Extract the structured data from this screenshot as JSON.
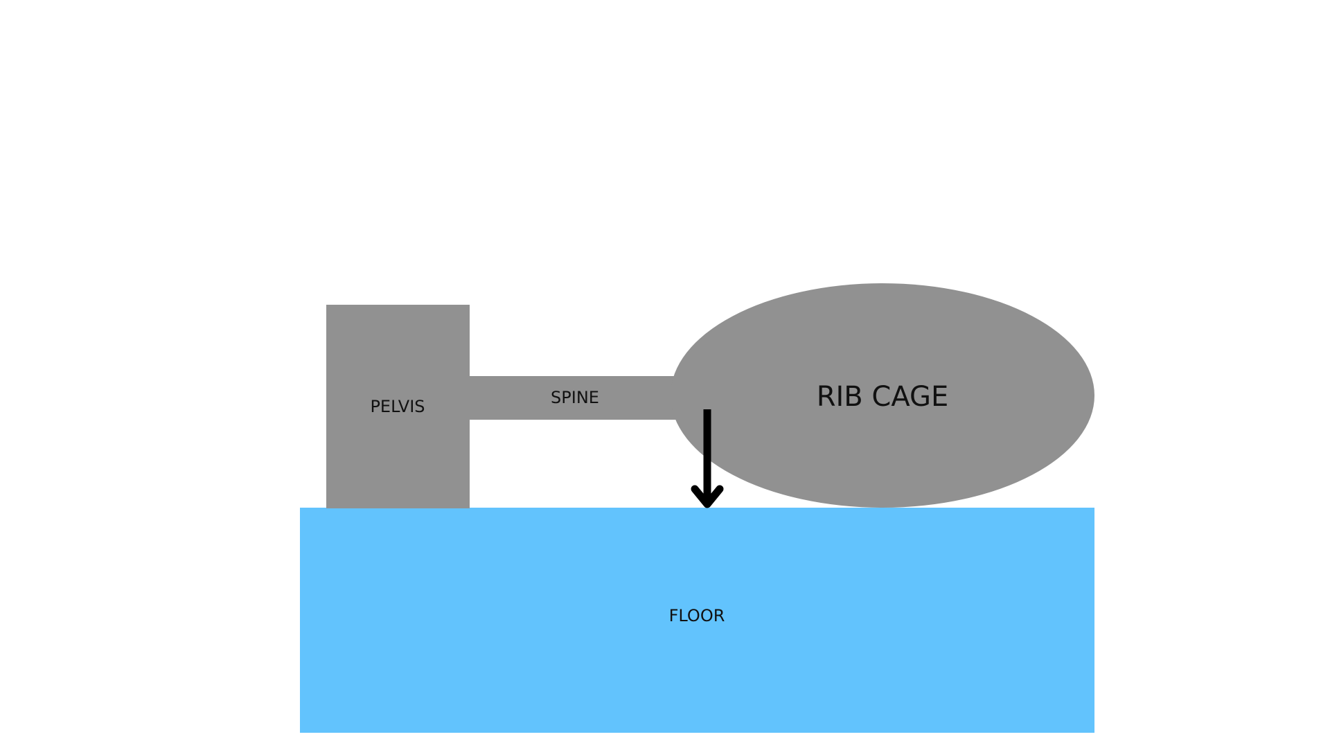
{
  "labels": {
    "pelvis": "PELVIS",
    "spine": "SPINE",
    "rib_cage": "RIB CAGE",
    "floor": "FLOOR"
  },
  "colors": {
    "bone": "#919191",
    "floor": "#62c3fd",
    "arrow": "#000000",
    "text": "#111111",
    "floor_text": "#2e3b45",
    "background": "#ffffff"
  }
}
